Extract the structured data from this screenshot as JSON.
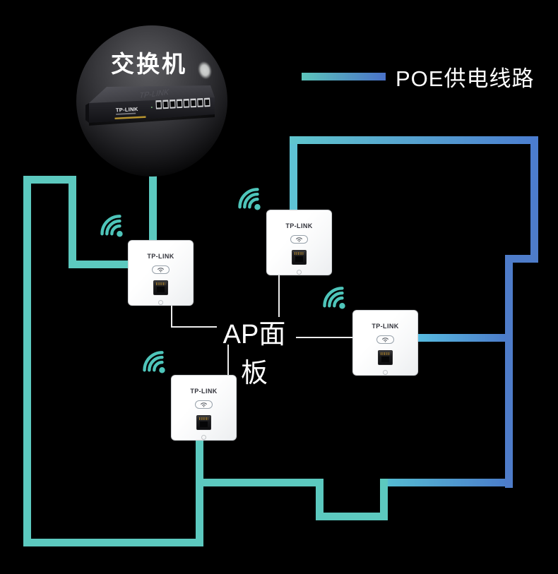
{
  "scene": {
    "background": "#000000"
  },
  "switch_node": {
    "label": "交换机",
    "device_brand": "TP-LINK",
    "ports_count": 8
  },
  "legend": {
    "label": "POE供电线路",
    "line_colors": [
      "#5CC5BB",
      "#4A72C8"
    ]
  },
  "ap_label": {
    "text": "AP面板"
  },
  "ap_panel": {
    "brand": "TP-LINK",
    "count": 4
  },
  "colors": {
    "poe_teal": "#5CC9BF",
    "poe_blue": "#4E7CC9",
    "poe_light_blue": "#5EC2D4",
    "wifi_icon": "#4EC5BA",
    "connector_white": "#ECECEC"
  }
}
